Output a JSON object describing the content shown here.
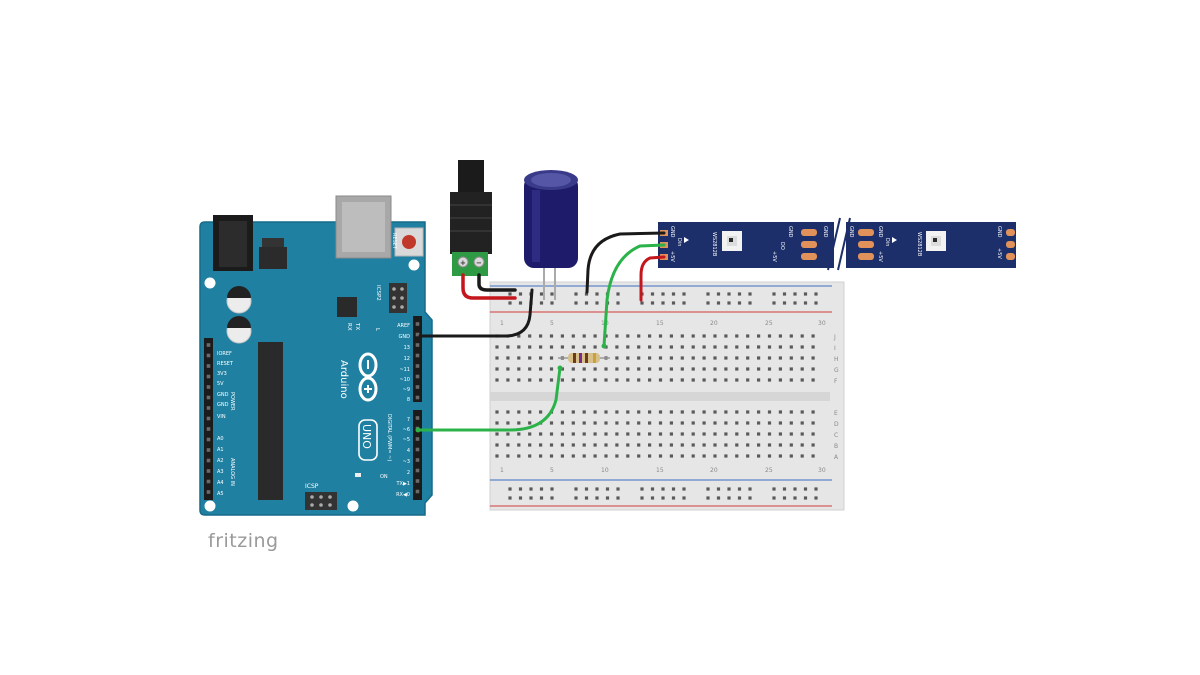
{
  "watermark": "fritzing",
  "arduino": {
    "logo_text": "Arduino",
    "model": "UNO",
    "reset_label": "RESET",
    "icsp2_label": "ICSP2",
    "icsp_label": "ICSP",
    "on_label": "ON",
    "tx_label": "TX",
    "rx_label": "RX",
    "l_label": "L",
    "digital_label": "DIGITAL (PWM= ~)",
    "power_label": "POWER",
    "analog_label": "ANALOG IN",
    "power_pins": [
      "IOREF",
      "RESET",
      "3V3",
      "5V",
      "GND",
      "GND",
      "VIN"
    ],
    "analog_pins": [
      "A0",
      "A1",
      "A2",
      "A3",
      "A4",
      "A5"
    ],
    "digital_pins_top": [
      "AREF",
      "GND",
      "13",
      "12",
      "~11",
      "~10",
      "~9",
      "8"
    ],
    "digital_pins_bottom": [
      "7",
      "~6",
      "~5",
      "4",
      "~3",
      "2",
      "TX▶1",
      "RX◀0"
    ]
  },
  "breadboard": {
    "column_numbers": [
      "1",
      "5",
      "10",
      "15",
      "20",
      "25",
      "30"
    ],
    "row_letters_top": [
      "J",
      "I",
      "H",
      "G",
      "F"
    ],
    "row_letters_bottom": [
      "E",
      "D",
      "C",
      "B",
      "A"
    ]
  },
  "led_strip": {
    "chip_label": "WS2812B",
    "pad_labels": [
      "GND",
      "Din",
      "+5V"
    ],
    "out_pad_labels": [
      "GND",
      "DO",
      "+5V"
    ]
  },
  "colors": {
    "board": "#1e7fa0",
    "board_dark": "#146a87",
    "strip": "#1d2f6b",
    "breadboard": "#e7e7e7",
    "wire_black": "#1a1a1a",
    "wire_red": "#c4161c",
    "wire_green": "#2bb34a",
    "capacitor": "#1e1c6a",
    "connector_green": "#2e9a43"
  }
}
